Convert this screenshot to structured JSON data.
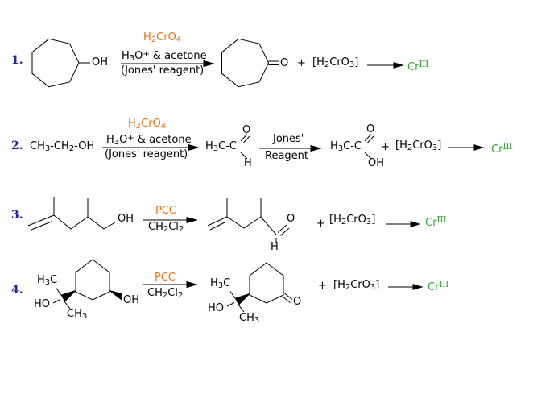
{
  "colors": {
    "number_blue": "#2222b2",
    "reagent_orange": "#ed7014",
    "chromium_green": "#33aa33",
    "bond_black": "#000000",
    "background": "#ffffff"
  },
  "reactions": [
    {
      "number": "1.",
      "reactant": {
        "oh_label": "OH"
      },
      "arrow": {
        "reagent": "H_{2}CrO_{4}",
        "condition": "H_{3}O^{+} & acetone",
        "note": "(Jones' reagent)"
      },
      "product": {
        "o_label": "O"
      },
      "plus": "+",
      "byproduct": "[H_{2}CrO_{3}]",
      "chromium": "Cr^{III}"
    },
    {
      "number": "2.",
      "reactant": {
        "formula": "CH_{3}-CH_{2}-OH"
      },
      "arrow": {
        "reagent": "H_{2}CrO_{4}",
        "condition": "H_{3}O^{+} & acetone",
        "note": "(Jones' reagent)"
      },
      "intermediate": {
        "formula": "H_{3}C-C",
        "o_label": "O",
        "h_label": "H"
      },
      "arrow2": {
        "line1": "Jones'",
        "line2": "Reagent"
      },
      "product": {
        "formula": "H_{3}C-C",
        "o_label": "O",
        "oh_label": "OH"
      },
      "plus": "+",
      "byproduct": "[H_{2}CrO_{3}]",
      "chromium": "Cr^{III}"
    },
    {
      "number": "3.",
      "reactant": {
        "oh_label": "OH"
      },
      "arrow": {
        "reagent": "PCC",
        "solvent": "CH_{2}Cl_{2}"
      },
      "product": {
        "o_label": "O",
        "h_label": "H"
      },
      "plus": "+",
      "byproduct": "[H_{2}CrO_{3}]",
      "chromium": "Cr^{III}"
    },
    {
      "number": "4.",
      "reactant": {
        "h3c_label": "H_{3}C",
        "ho_label": "HO",
        "ch3_label": "CH_{3}",
        "oh_label": "OH"
      },
      "arrow": {
        "reagent": "PCC",
        "solvent": "CH_{2}Cl_{2}"
      },
      "product": {
        "h3c_label": "H_{3}C",
        "ho_label": "HO",
        "ch3_label": "CH_{3}",
        "o_label": "O"
      },
      "plus": "+",
      "byproduct": "[H_{2}CrO_{3}]",
      "chromium": "Cr^{III}"
    }
  ]
}
